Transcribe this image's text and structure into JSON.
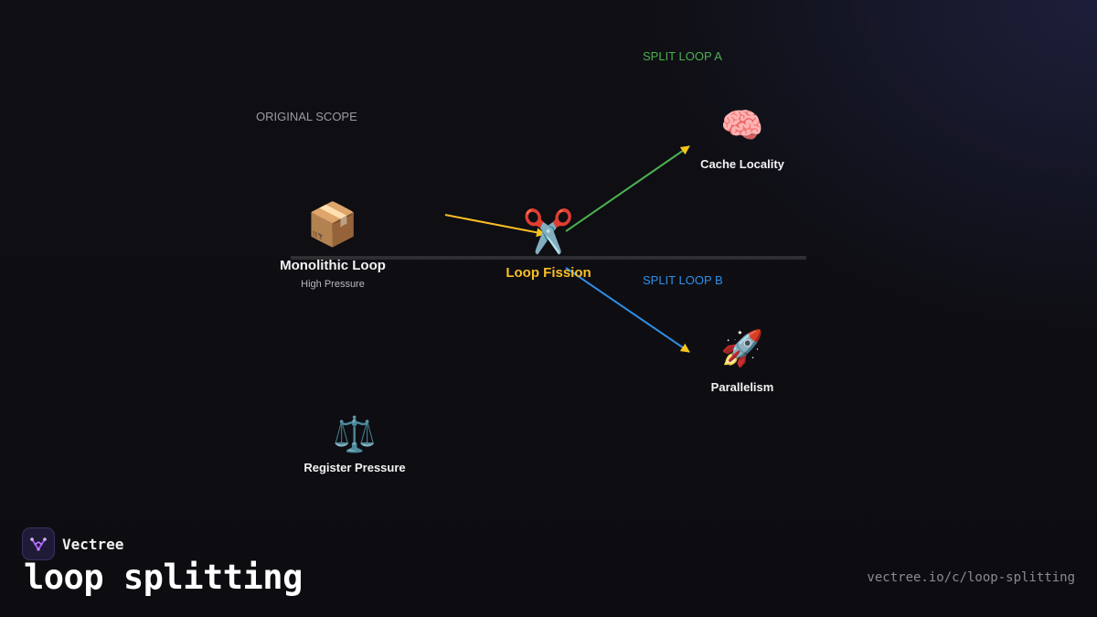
{
  "diagram": {
    "labels": {
      "original_scope": "ORIGINAL SCOPE",
      "split_loop_a": "SPLIT LOOP A",
      "split_loop_b": "SPLIT LOOP B"
    },
    "nodes": {
      "monolithic": {
        "icon": "📦",
        "icon_name": "package-icon",
        "title": "Monolithic Loop",
        "subtitle": "High Pressure"
      },
      "fission": {
        "icon": "✂️",
        "icon_name": "scissors-icon",
        "title": "Loop Fission"
      },
      "cache": {
        "icon": "🧠",
        "icon_name": "brain-icon",
        "title": "Cache Locality"
      },
      "parallel": {
        "icon": "🚀",
        "icon_name": "rocket-icon",
        "title": "Parallelism"
      },
      "register": {
        "icon": "⚖️",
        "icon_name": "scales-icon",
        "title": "Register Pressure"
      }
    },
    "colors": {
      "fission": "#fbbf24",
      "loop_a": "#4caf50",
      "loop_b": "#2f8fe8",
      "scope": "#9a9aa2",
      "axis": "#2e2e33",
      "arrowhead": "#f5c518"
    }
  },
  "brand": {
    "name": "Vectree",
    "logo_icon": "vectree-logo-icon"
  },
  "page": {
    "title": "loop splitting",
    "url": "vectree.io/c/loop-splitting"
  }
}
